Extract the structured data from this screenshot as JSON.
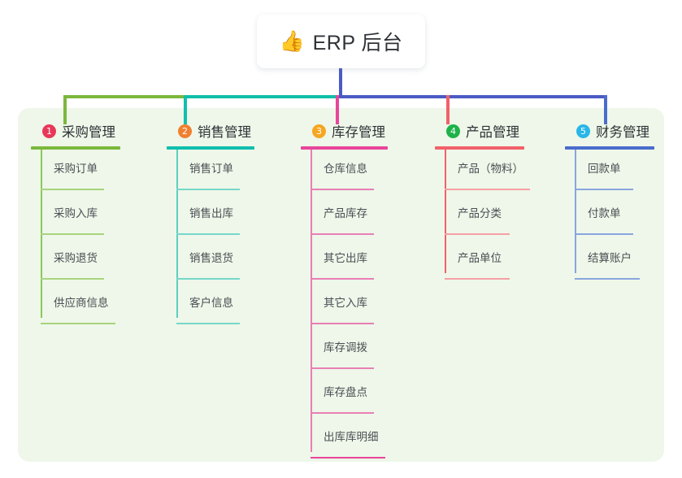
{
  "diagram": {
    "type": "mindmap",
    "root": {
      "icon": "thumbs-up-icon",
      "emoji": "👍",
      "title": "ERP 后台"
    },
    "stem_color": "#4a5bc4",
    "panel_color": "#eef7e9",
    "connector_segments": [
      {
        "name": "segment-green",
        "color": "#7cb83c"
      },
      {
        "name": "segment-teal",
        "color": "#0fbfa8"
      },
      {
        "name": "segment-indigo",
        "color": "#4a5bc4"
      }
    ],
    "branches": [
      {
        "number": "1",
        "badge_color": "#e8385a",
        "line_color": "#7cb83c",
        "drop_color": "#7cb83c",
        "title": "采购管理",
        "children": [
          {
            "label": "采购订单"
          },
          {
            "label": "采购入库"
          },
          {
            "label": "采购退货"
          },
          {
            "label": "供应商信息"
          }
        ]
      },
      {
        "number": "2",
        "badge_color": "#f08030",
        "line_color": "#11bfae",
        "drop_color": "#11bfae",
        "title": "销售管理",
        "children": [
          {
            "label": "销售订单"
          },
          {
            "label": "销售出库"
          },
          {
            "label": "销售退货"
          },
          {
            "label": "客户信息"
          }
        ]
      },
      {
        "number": "3",
        "badge_color": "#f5a623",
        "line_color": "#e8459a",
        "drop_color": "#e8459a",
        "title": "库存管理",
        "children": [
          {
            "label": "仓库信息"
          },
          {
            "label": "产品库存"
          },
          {
            "label": "其它出库"
          },
          {
            "label": "其它入库"
          },
          {
            "label": "库存调拨"
          },
          {
            "label": "库存盘点"
          },
          {
            "label": "出库库明细"
          }
        ]
      },
      {
        "number": "4",
        "badge_color": "#1fb24a",
        "line_color": "#f2616a",
        "drop_color": "#f2616a",
        "title": "产品管理",
        "children": [
          {
            "label": "产品（物料）"
          },
          {
            "label": "产品分类"
          },
          {
            "label": "产品单位"
          }
        ]
      },
      {
        "number": "5",
        "badge_color": "#29b6e8",
        "line_color": "#4a6ccc",
        "drop_color": "#4a6ccc",
        "title": "财务管理",
        "children": [
          {
            "label": "回款单"
          },
          {
            "label": "付款单"
          },
          {
            "label": "结算账户"
          }
        ]
      }
    ]
  }
}
